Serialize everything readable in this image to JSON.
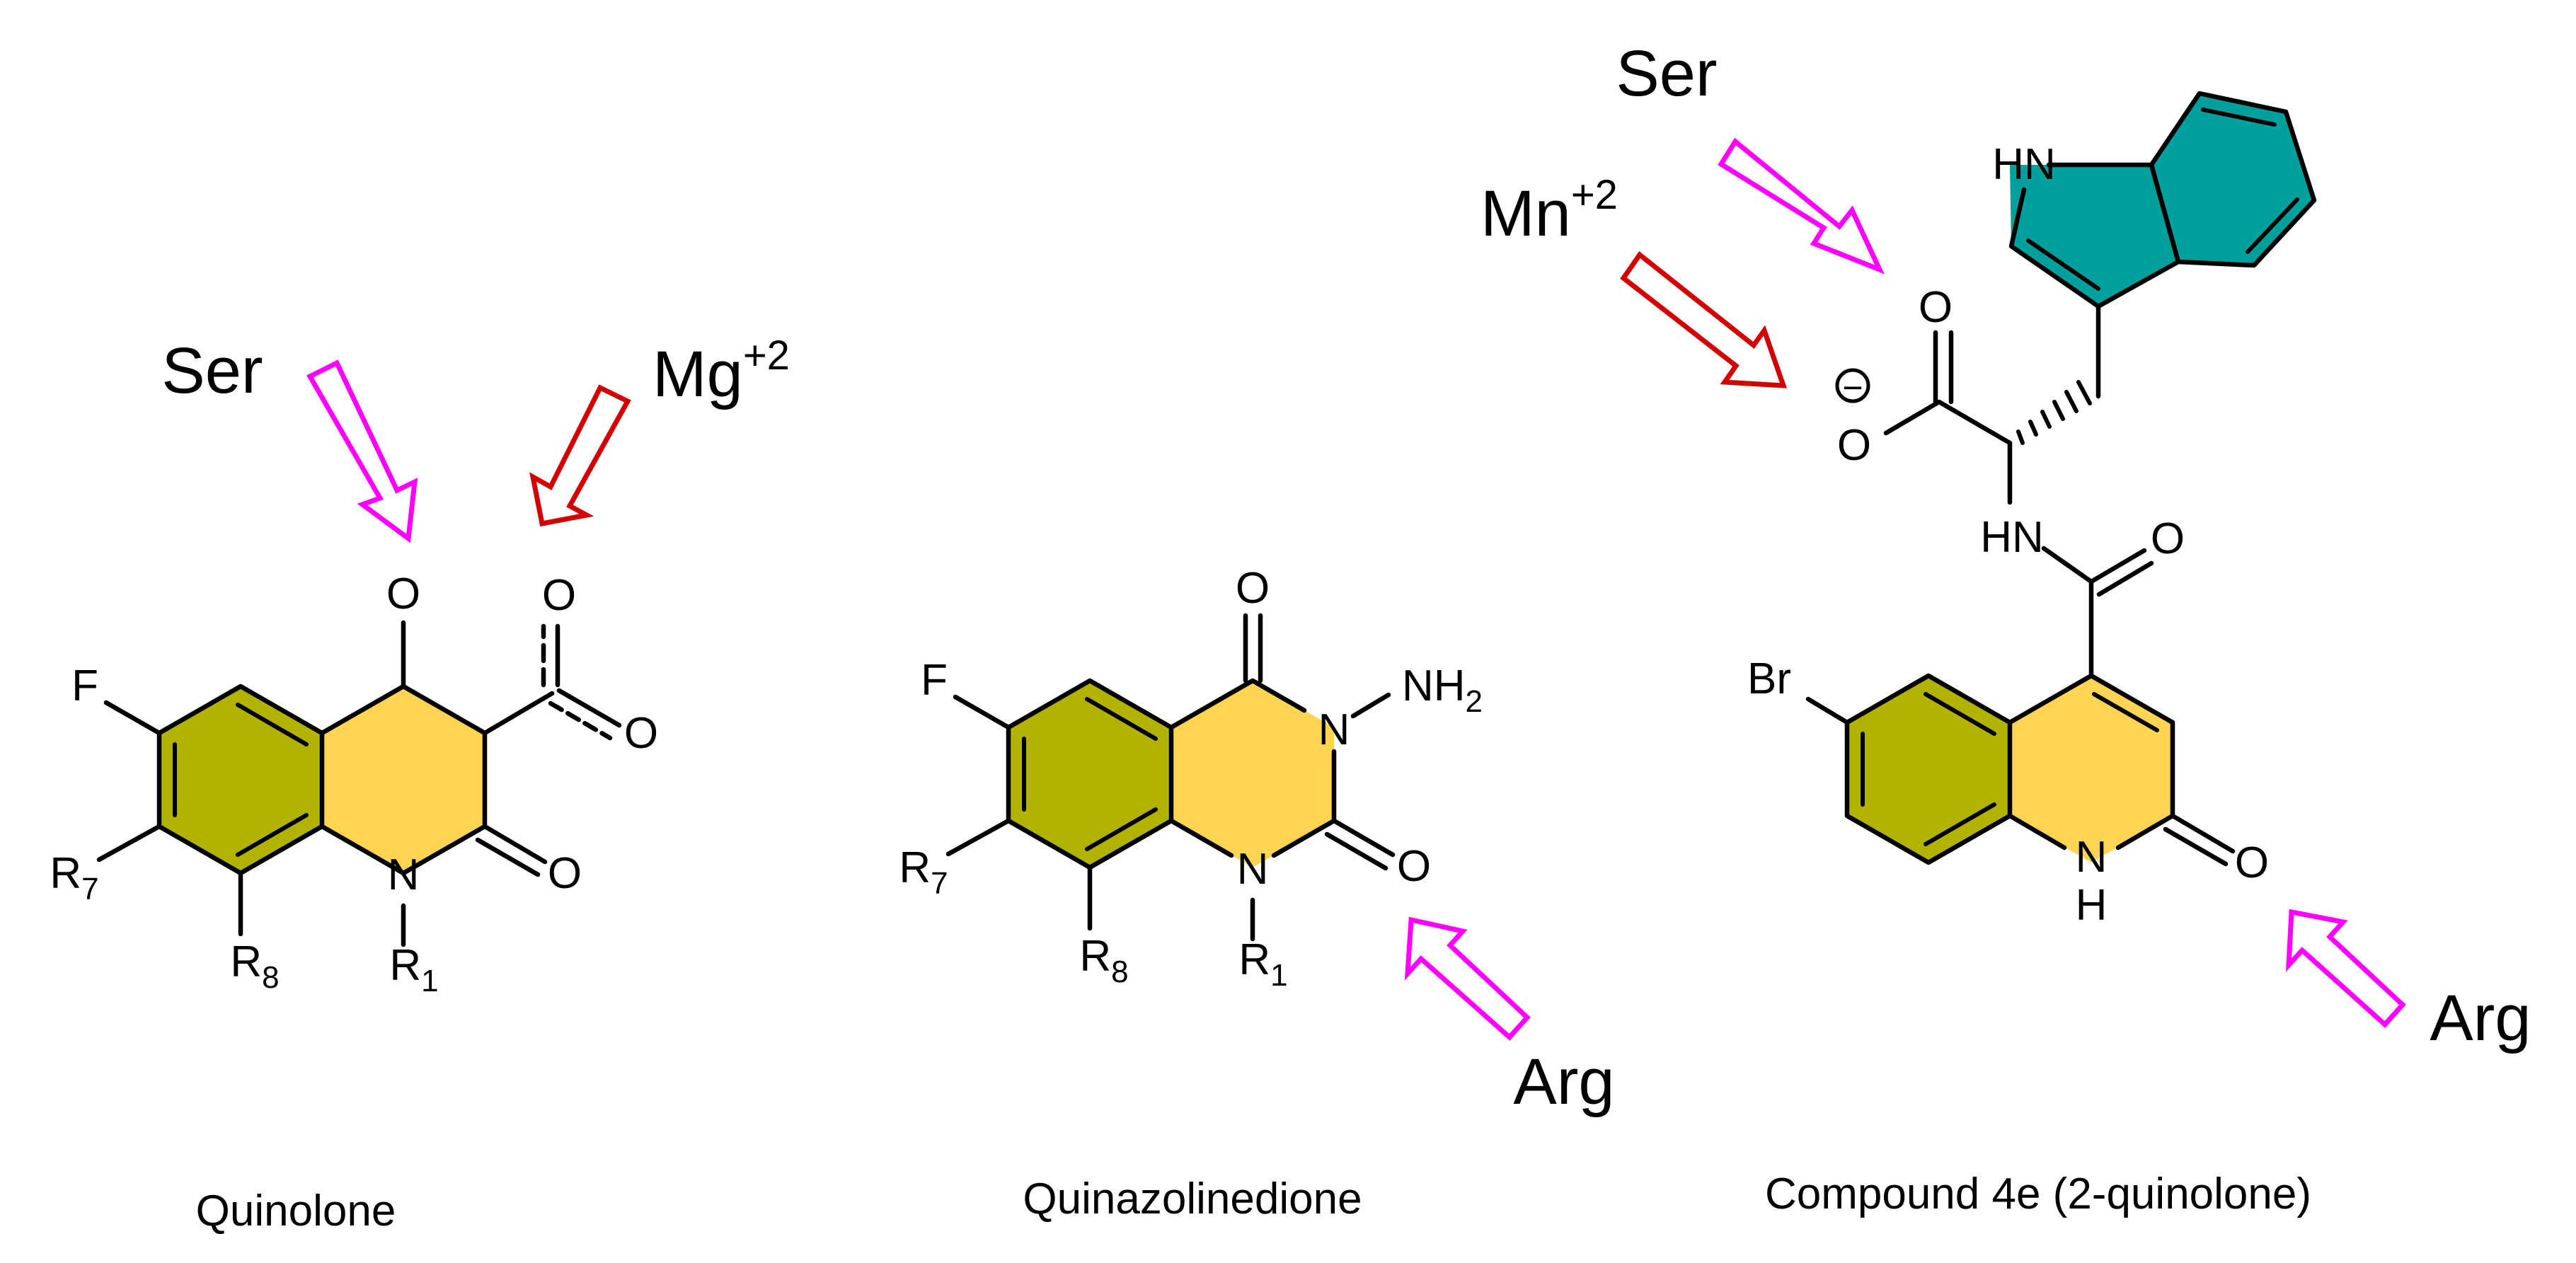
{
  "colors": {
    "benzo_ring": "#b2b200",
    "hetero_ring": "#ffd452",
    "indole_ring": "#00a19c",
    "ser_arrow": "#ff00ff",
    "metal_arrow": "#d40000"
  },
  "quinolone": {
    "caption": "Quinolone",
    "atoms": {
      "F": "F",
      "O_keto": "O",
      "O_acid1": "O",
      "O_acid2": "O",
      "O_lactam": "O",
      "N": "N",
      "R7": "R",
      "R7_sub": "7",
      "R8": "R",
      "R8_sub": "8",
      "R1": "R",
      "R1_sub": "1"
    },
    "labels": {
      "ser": "Ser",
      "metal": "Mg",
      "metal_charge": "+2"
    }
  },
  "quinazolinedione": {
    "caption": "Quinazolinedione",
    "atoms": {
      "F": "F",
      "O_top": "O",
      "N3": "N",
      "NH2": "NH",
      "NH2_sub": "2",
      "O_right": "O",
      "N1": "N",
      "R7": "R",
      "R7_sub": "7",
      "R8": "R",
      "R8_sub": "8",
      "R1": "R",
      "R1_sub": "1"
    },
    "labels": {
      "arg": "Arg"
    }
  },
  "compound_4e": {
    "caption": "Compound 4e (2-quinolone)",
    "atoms": {
      "Br": "Br",
      "HN_indole": "HN",
      "O_carbonyl": "O",
      "O_carboxylate": "O",
      "minus": "−",
      "HN_amide": "HN",
      "O_amide": "O",
      "NH": "N",
      "NH_H": "H",
      "O_lactam": "O"
    },
    "labels": {
      "ser": "Ser",
      "metal": "Mn",
      "metal_charge": "+2",
      "arg": "Arg"
    }
  }
}
